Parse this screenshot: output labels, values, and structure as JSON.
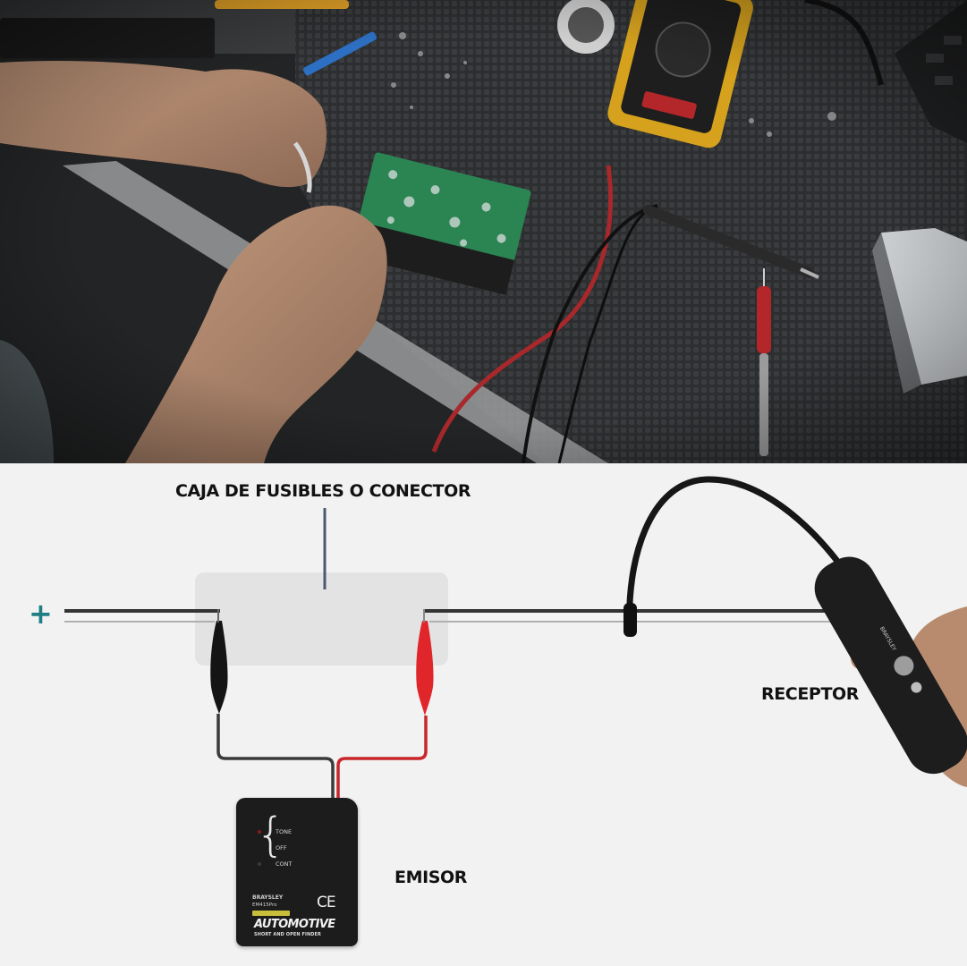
{
  "photo": {
    "description": "Hands working on a circuit board on a dark workbench mat with a yellow multimeter, red and black test leads, and probes",
    "colors": {
      "mat": "#2e3032",
      "multimeter": "#d6a21e",
      "pcb": "#2e8b57",
      "red_lead": "#b3262a",
      "skin": "#b98b6e"
    }
  },
  "diagram": {
    "labels": {
      "fuse_box": "CAJA DE FUSIBLES O CONECTOR",
      "receiver": "RECEPTOR",
      "emitter": "EMISOR",
      "positive": "+"
    },
    "emitter_device": {
      "switch_positions": [
        "TONE",
        "OFF",
        "CONT"
      ],
      "brand": "BRAYSLEY",
      "model": "EM415Pro",
      "certification": "CE",
      "product_line": "AUTOMOTIVE",
      "product_subtitle": "SHORT AND OPEN FINDER"
    },
    "colors": {
      "background": "#f2f2f2",
      "fuse_box": "#e3e3e3",
      "wire": "#333333",
      "red_clip": "#e0262a",
      "black_clip": "#141414",
      "plus": "#1e7e83",
      "probe_line": "#4b5a6e",
      "device": "#1c1c1d"
    }
  }
}
